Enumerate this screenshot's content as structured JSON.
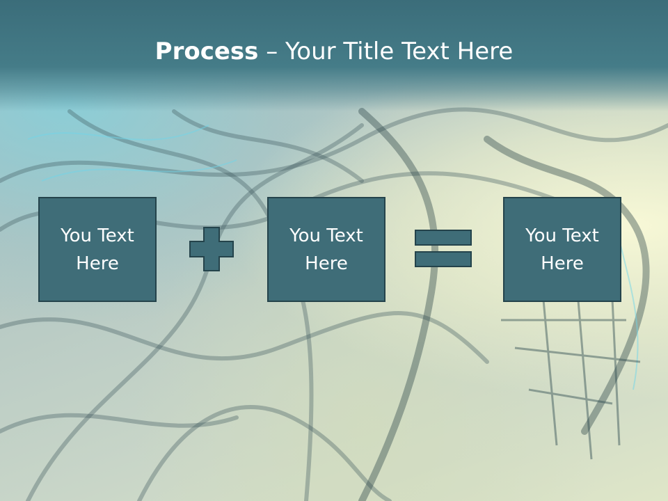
{
  "title": {
    "bold": "Process",
    "separator": " – ",
    "rest": "Your Title Text Here"
  },
  "boxes": [
    {
      "text": "You Text Here"
    },
    {
      "text": "You Text Here"
    },
    {
      "text": "You Text Here"
    }
  ],
  "operators": {
    "first": "plus-icon",
    "second": "equals-icon"
  },
  "colors": {
    "title_band": "#3b6d7a",
    "box_fill": "#3f6d78",
    "box_border": "#24434b",
    "operator_fill": "#3f6d78",
    "text": "#ffffff"
  }
}
